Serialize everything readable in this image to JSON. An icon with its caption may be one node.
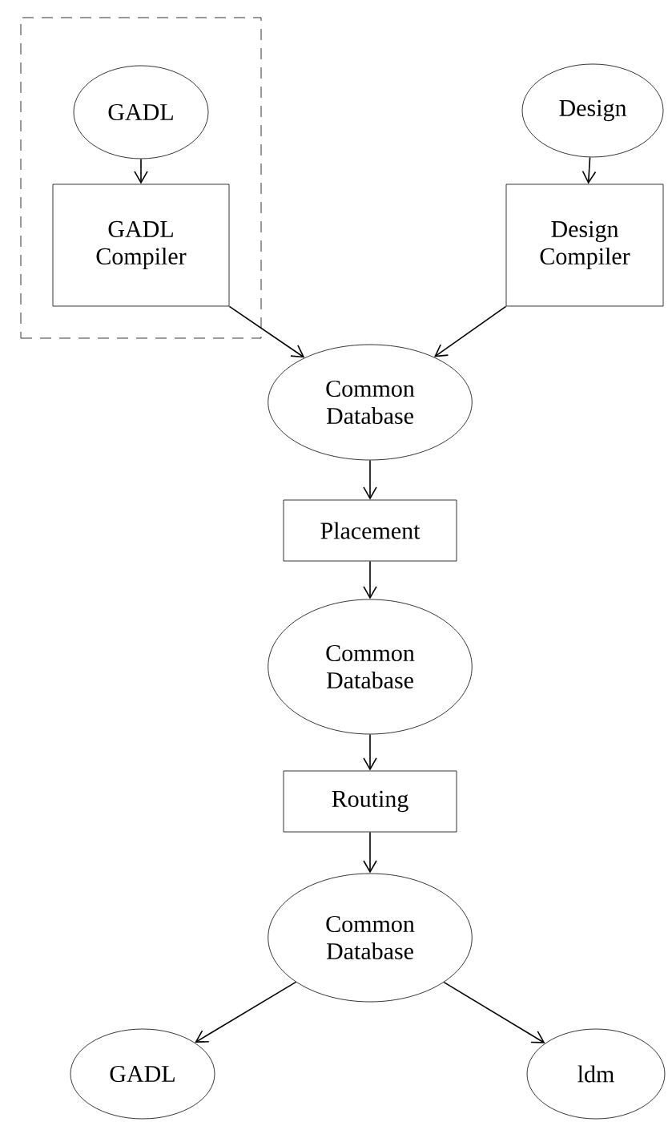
{
  "diagram": {
    "nodes": [
      {
        "text": [],
        "shape": "box"
      },
      {
        "text": [
          "GADL"
        ],
        "in": 0
      },
      {
        "text": [
          "GADL Compiler"
        ],
        "in": 0
      },
      {
        "text": [
          "Design"
        ]
      },
      {
        "text": [
          "Design Compiler"
        ]
      },
      {
        "text": [
          "Common Database"
        ]
      },
      {
        "text": [
          "Placement"
        ]
      },
      {
        "text": [
          "Common Database"
        ]
      },
      {
        "text": [
          "Routing"
        ]
      },
      {
        "text": [
          "Common Database"
        ]
      },
      {
        "text": [
          "GADL"
        ]
      },
      {
        "text": [
          "ldm"
        ]
      }
    ],
    "edges": [
      {
        "from": 1,
        "to": 2,
        "arrow": "to"
      },
      {
        "from": 3,
        "to": 4,
        "arrow": "to"
      },
      {
        "from": 2,
        "to": 5,
        "arrow": "to"
      },
      {
        "from": 4,
        "to": 5,
        "arrow": "to"
      },
      {
        "from": 5,
        "to": 6,
        "arrow": "to"
      },
      {
        "from": 6,
        "to": 7,
        "arrow": "to"
      },
      {
        "from": 7,
        "to": 8,
        "arrow": "to"
      },
      {
        "from": 8,
        "to": 9,
        "arrow": "to"
      },
      {
        "from": 9,
        "to": 10,
        "arrow": "to"
      },
      {
        "from": 9,
        "to": 11,
        "arrow": "to"
      }
    ]
  }
}
